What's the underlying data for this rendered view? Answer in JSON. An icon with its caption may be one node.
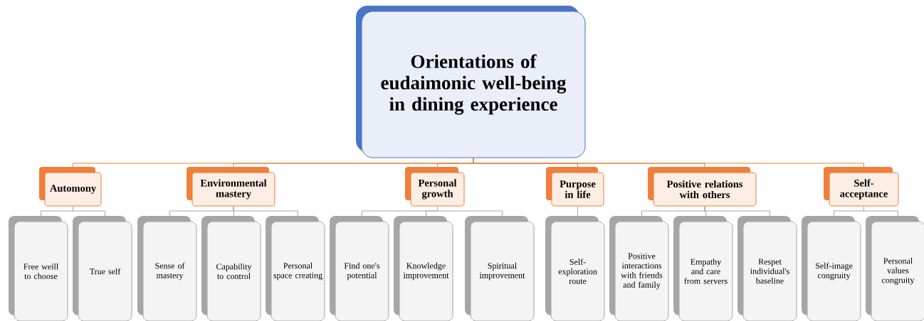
{
  "diagram": {
    "nodes": [
      {
        "text": [
          "Orientations of eudaimonic well-being in dining experience"
        ]
      },
      {
        "text": [
          "Automony"
        ]
      },
      {
        "text": [
          "Environmental mastery"
        ]
      },
      {
        "text": [
          "Personal growth"
        ]
      },
      {
        "text": [
          "Purpose in life"
        ]
      },
      {
        "text": [
          "Positive relations with others"
        ]
      },
      {
        "text": [
          "Self-acceptance"
        ]
      },
      {
        "text": [
          "Free weill to choose"
        ]
      },
      {
        "text": [
          "True self"
        ]
      },
      {
        "text": [
          "Sense of mastery"
        ]
      },
      {
        "text": [
          "Capability to control"
        ]
      },
      {
        "text": [
          "Personal space creating"
        ]
      },
      {
        "text": [
          "Find one's potential"
        ]
      },
      {
        "text": [
          "Knowledge improvement"
        ]
      },
      {
        "text": [
          "Spiritual improvement"
        ]
      },
      {
        "text": [
          "Self-exploration route"
        ]
      },
      {
        "text": [
          "Positive interactions with friends and family"
        ]
      },
      {
        "text": [
          "Empathy and care from servers"
        ]
      },
      {
        "text": [
          "Respet individual's baseline"
        ]
      },
      {
        "text": [
          "Self-image congruity"
        ]
      },
      {
        "text": [
          "Personal values congruity"
        ]
      }
    ],
    "edges": [
      {
        "from": 0,
        "to": 1,
        "arrow": "none",
        "color": "#ed7d31"
      },
      {
        "from": 0,
        "to": 2,
        "arrow": "none",
        "color": "#ed7d31"
      },
      {
        "from": 0,
        "to": 3,
        "arrow": "none",
        "color": "#ed7d31"
      },
      {
        "from": 0,
        "to": 4,
        "arrow": "none",
        "color": "#ed7d31"
      },
      {
        "from": 0,
        "to": 5,
        "arrow": "none",
        "color": "#ed7d31"
      },
      {
        "from": 0,
        "to": 6,
        "arrow": "none",
        "color": "#ed7d31"
      },
      {
        "from": 1,
        "to": 7,
        "arrow": "none"
      },
      {
        "from": 1,
        "to": 8,
        "arrow": "none"
      },
      {
        "from": 2,
        "to": 9,
        "arrow": "none"
      },
      {
        "from": 2,
        "to": 10,
        "arrow": "none"
      },
      {
        "from": 2,
        "to": 11,
        "arrow": "none"
      },
      {
        "from": 3,
        "to": 12,
        "arrow": "none"
      },
      {
        "from": 3,
        "to": 13,
        "arrow": "none"
      },
      {
        "from": 3,
        "to": 14,
        "arrow": "none"
      },
      {
        "from": 4,
        "to": 15,
        "arrow": "none"
      },
      {
        "from": 5,
        "to": 16,
        "arrow": "none"
      },
      {
        "from": 5,
        "to": 17,
        "arrow": "none"
      },
      {
        "from": 5,
        "to": 18,
        "arrow": "none"
      },
      {
        "from": 6,
        "to": 19,
        "arrow": "none"
      },
      {
        "from": 6,
        "to": 20,
        "arrow": "none"
      }
    ]
  }
}
